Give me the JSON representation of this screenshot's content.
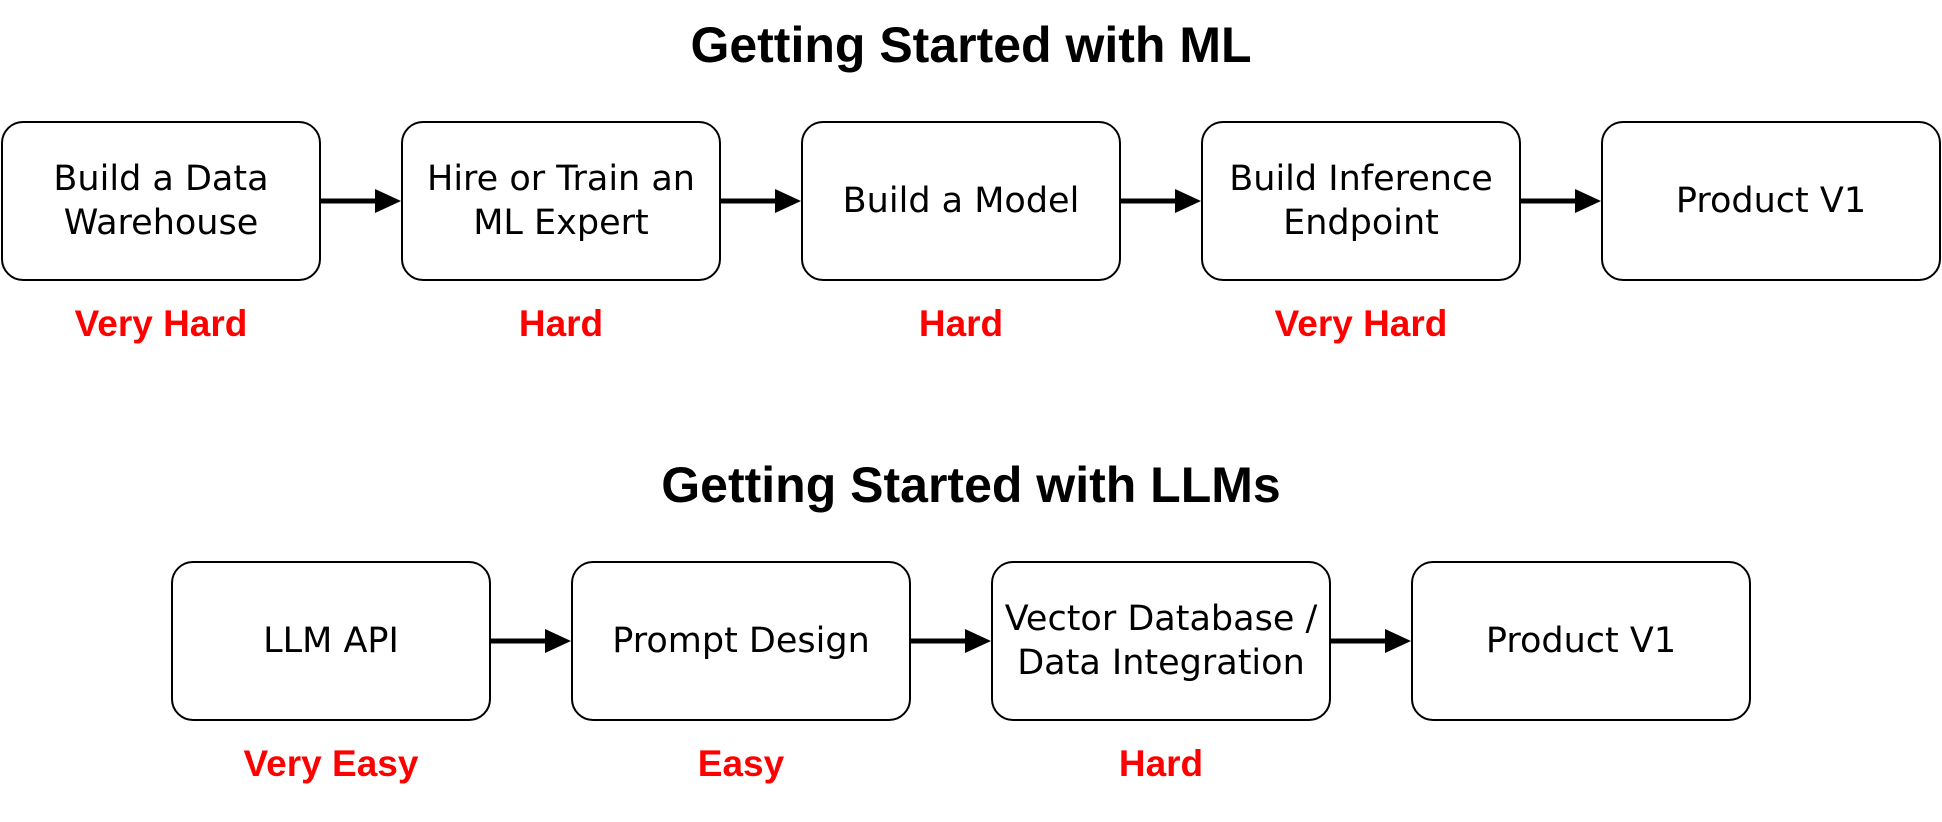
{
  "colors": {
    "difficulty": "#ff0000",
    "stroke": "#000000"
  },
  "ml_section": {
    "title": "Getting Started with ML",
    "steps": [
      {
        "label": "Build a Data\nWarehouse",
        "difficulty": "Very Hard"
      },
      {
        "label": "Hire or Train an\nML Expert",
        "difficulty": "Hard"
      },
      {
        "label": "Build a Model",
        "difficulty": "Hard"
      },
      {
        "label": "Build Inference\nEndpoint",
        "difficulty": "Very Hard"
      },
      {
        "label": "Product V1",
        "difficulty": ""
      }
    ]
  },
  "llm_section": {
    "title": "Getting Started with LLMs",
    "steps": [
      {
        "label": "LLM API",
        "difficulty": "Very Easy"
      },
      {
        "label": "Prompt Design",
        "difficulty": "Easy"
      },
      {
        "label": "Vector Database /\nData Integration",
        "difficulty": "Hard"
      },
      {
        "label": "Product V1",
        "difficulty": ""
      }
    ]
  }
}
